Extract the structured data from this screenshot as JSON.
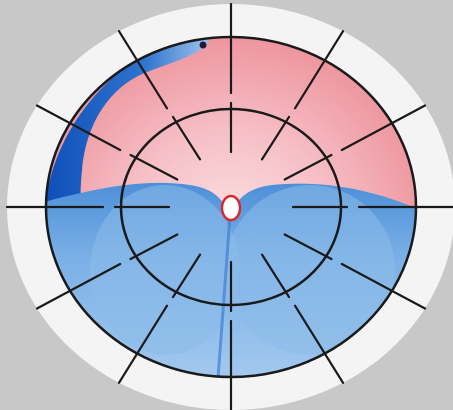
{
  "diagram": {
    "type": "polar-clock-field-map",
    "spokes": 12,
    "rings": 2,
    "colors": {
      "background": "#c8c8c8",
      "outer_disc": "#f4f4f4",
      "upper_field": "#ef8f98",
      "upper_field_center": "#f9d3d7",
      "lower_field": "#6fa6dc",
      "lower_field_light": "#a8cbef",
      "left_dark_band": "#1d5fc0",
      "lines": "#1a1a1a",
      "center_marker": "#d62a2a"
    },
    "regions": [
      "upper-red-field",
      "lower-blue-field",
      "left-dark-blue-band"
    ],
    "markers": [
      "central-white-oval",
      "small-dark-dot"
    ]
  }
}
